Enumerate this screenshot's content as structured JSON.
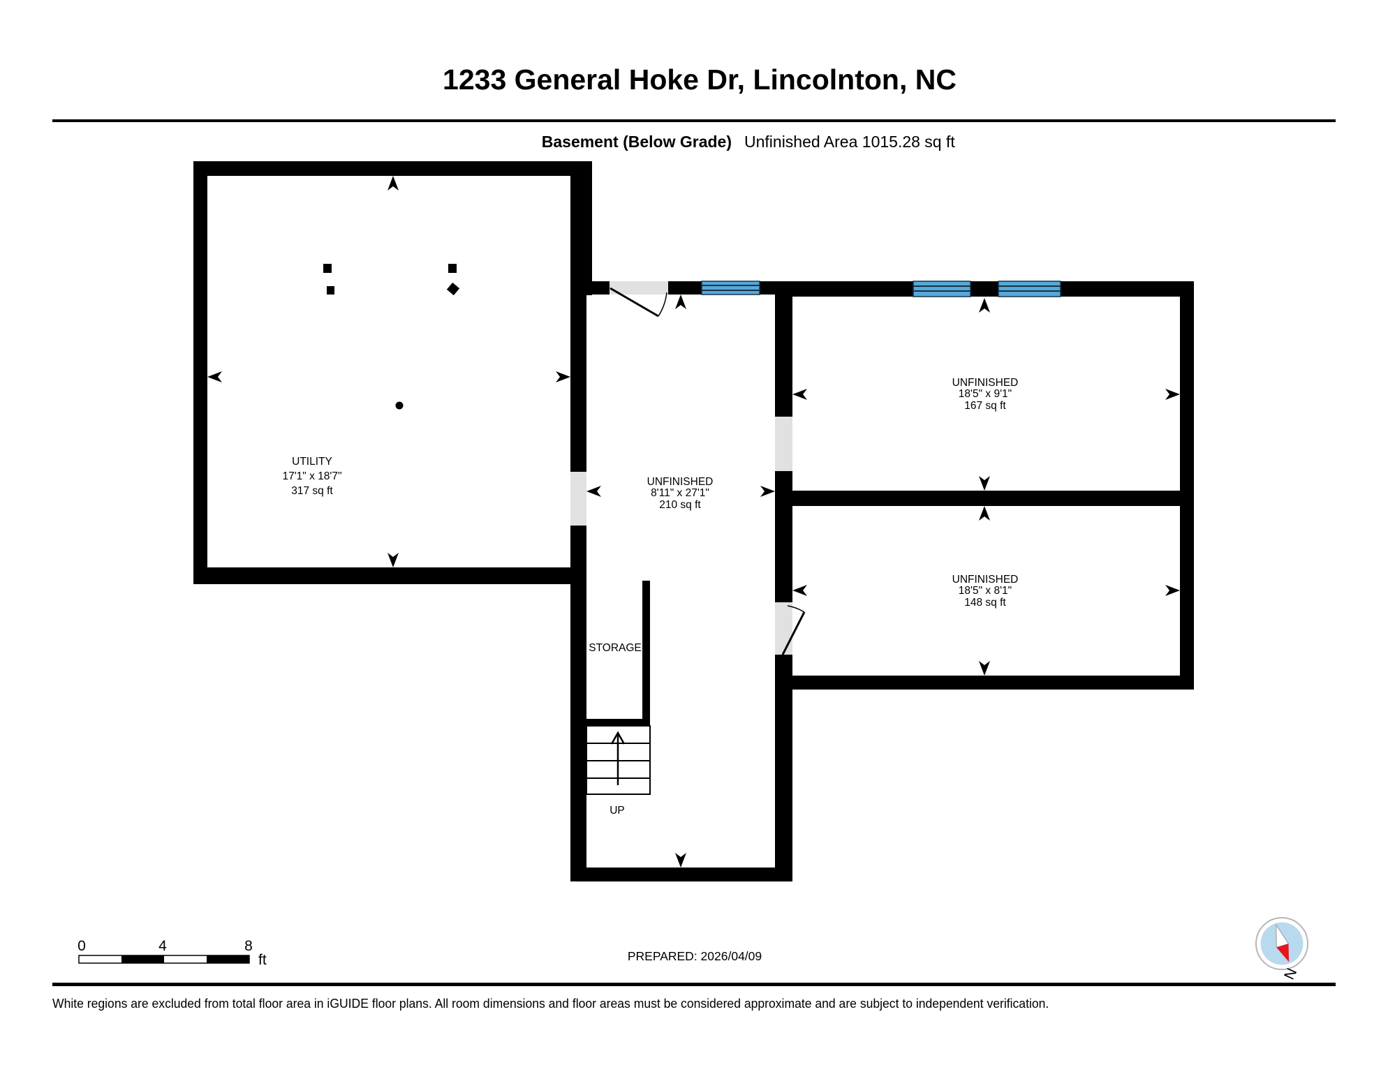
{
  "header": {
    "title": "1233 General Hoke Dr, Lincolnton, NC",
    "floor_label": "Basement (Below Grade)",
    "area_label": "Unfinished Area 1015.28 sq ft"
  },
  "rooms": {
    "utility": {
      "name": "UTILITY",
      "dims": "17'1\" x 18'7\"",
      "area": "317 sq ft"
    },
    "hall": {
      "name": "UNFINISHED",
      "dims": "8'11\" x 27'1\"",
      "area": "210 sq ft"
    },
    "room_ne": {
      "name": "UNFINISHED",
      "dims": "18'5\" x 9'1\"",
      "area": "167 sq ft"
    },
    "room_se": {
      "name": "UNFINISHED",
      "dims": "18'5\" x 8'1\"",
      "area": "148 sq ft"
    },
    "storage": {
      "name": "STORAGE"
    },
    "stairs": {
      "label": "UP"
    }
  },
  "scale_bar": {
    "ticks": [
      "0",
      "4",
      "8"
    ],
    "unit": "ft"
  },
  "prepared": "PREPARED: 2026/04/09",
  "compass": {
    "label": "N"
  },
  "footer": "White regions are excluded from total floor area in iGUIDE floor plans. All room dimensions and floor areas must be considered approximate and are subject to independent verification.",
  "colors": {
    "wall": "#000000",
    "opening": "#e1e1e1",
    "window": "#55a9da",
    "window_line": "#173146",
    "compass_disc": "#b9d9ee",
    "compass_red": "#e8141c"
  }
}
